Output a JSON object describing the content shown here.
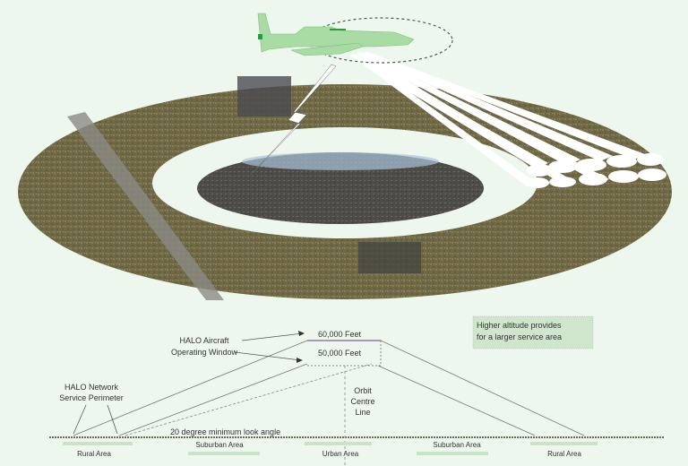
{
  "labels": {
    "alt_high": "60,000 Feet",
    "alt_low": "50,000 Feet",
    "operating_window_line1": "HALO Aircraft",
    "operating_window_line2": "Operating Window",
    "perimeter_line1": "HALO Network",
    "perimeter_line2": "Service Perimeter",
    "orbit_line1": "Orbit",
    "orbit_line2": "Centre",
    "orbit_line3": "Line",
    "look_angle": "20 degree minimum look angle",
    "note_line1": "Higher altitude provides",
    "note_line2": "for a larger service area"
  },
  "areas": [
    "Rural Area",
    "Suburban Area",
    "Urban Area",
    "Suburban Area",
    "Rural Area"
  ],
  "colors": {
    "background": "#edf7ee",
    "area_bar": "#c9e3c6",
    "note_box": "#cfe6cc",
    "ground": "#6b6f5a",
    "aircraft": "#a9dca4"
  }
}
